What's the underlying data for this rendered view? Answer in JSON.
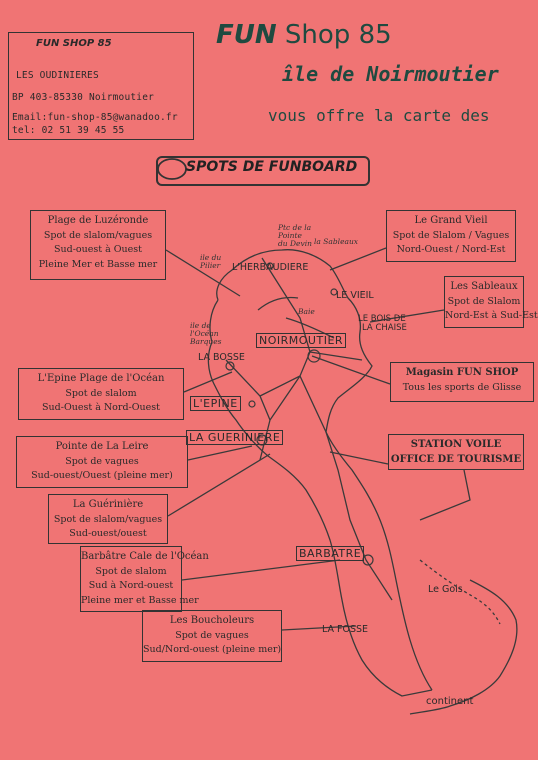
{
  "address": {
    "shop_name": "FUN SHOP 85",
    "line1": "LES OUDINIERES",
    "line2": "BP 403-85330 Noirmoutier",
    "line3": "Email:fun-shop-85@wanadoo.fr",
    "line4": "tel: 02 51 39 45 55"
  },
  "header": {
    "fun": "FUN",
    "shop": "Shop 85",
    "island": "île de Noirmoutier",
    "tagline": "vous offre la carte des"
  },
  "banner": {
    "title": "SPOTS DE FUNBOARD"
  },
  "spots": {
    "luzeronde": {
      "title": "Plage de Luzéronde",
      "l1": "Spot de slalom/vagues",
      "l2": "Sud-ouest à Ouest",
      "l3": "Pleine Mer et Basse mer"
    },
    "grand_vieil": {
      "title": "Le Grand Vieil",
      "l1": "Spot de Slalom / Vagues",
      "l2": "Nord-Ouest / Nord-Est"
    },
    "sableaux": {
      "title": "Les Sableaux",
      "l1": "Spot de Slalom",
      "l2": "Nord-Est à Sud-Est"
    },
    "epine": {
      "title": "L'Epine Plage de l'Océan",
      "l1": "Spot de slalom",
      "l2": "Sud-Ouest à Nord-Ouest"
    },
    "magasin": {
      "title": "Magasin FUN SHOP",
      "l1": "Tous les sports de Glisse"
    },
    "leire": {
      "title": "Pointe de La Leire",
      "l1": "Spot de vagues",
      "l2": "Sud-ouest/Ouest (pleine mer)"
    },
    "station": {
      "title": "STATION VOILE",
      "l1": "OFFICE DE TOURISME"
    },
    "gueriniere": {
      "title": "La Guérinière",
      "l1": "Spot de slalom/vagues",
      "l2": "Sud-ouest/ouest"
    },
    "barbatre": {
      "title": "Barbâtre Cale de l'Océan",
      "l1": "Spot de slalom",
      "l2": "Sud à Nord-ouest",
      "l3": "Pleine mer et Basse mer"
    },
    "boucholeurs": {
      "title": "Les Boucholeurs",
      "l1": "Spot de vagues",
      "l2": "Sud/Nord-ouest (pleine mer)"
    }
  },
  "places": {
    "herbaudiere": "L'HERBAUDIERE",
    "vieil": "LE VIEIL",
    "bois_chaise_1": "LE BOIS DE",
    "bois_chaise_2": "LA CHAISE",
    "noirmoutier": "NOIRMOUTIER",
    "la_bosse": "LA BOSSE",
    "epine": "L'EPINE",
    "gueriniere": "LA GUERINIERE",
    "barbatre": "BARBATRE",
    "le_gois": "Le Gois",
    "la_fosse": "LA FOSSE",
    "continent": "continent"
  },
  "handwritten": {
    "ile_pilier_1": "ile du",
    "ile_pilier_2": "Pilier",
    "pte_devin_1": "Ptc de la",
    "pte_devin_2": "Pointe",
    "pte_devin_3": "du Devin",
    "sableaux_note": "la Sableaux",
    "ocean_1": "ile de",
    "ocean_2": "l'Océan",
    "ocean_3": "Barques",
    "bay_note": "Baie"
  }
}
